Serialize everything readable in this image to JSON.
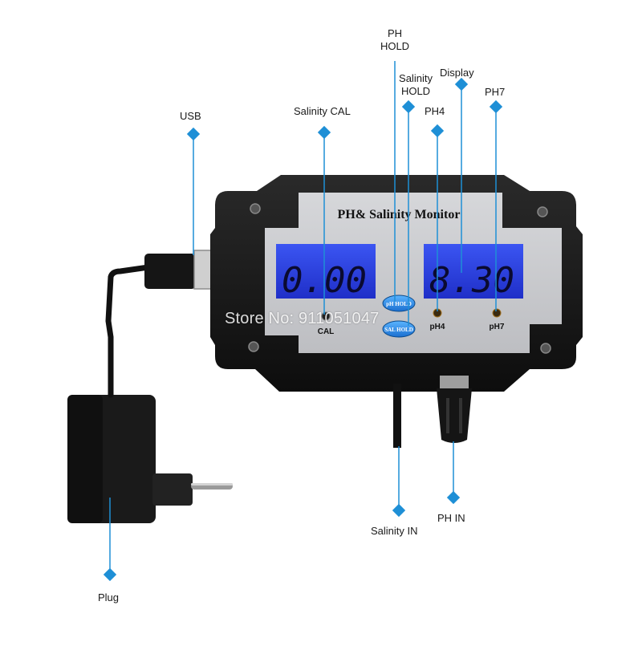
{
  "device": {
    "title": "PH& Salinity Monitor",
    "left_display": "0.00",
    "right_display": "8.30",
    "ph_hold_button": "pH HOLD",
    "sal_hold_button": "SAL HOLD",
    "cal_label": "CAL",
    "ph4_label": "pH4",
    "ph7_label": "pH7"
  },
  "watermark": "Store No: 911051047",
  "callouts": {
    "usb": "USB",
    "salinity_cal": "Salinity CAL",
    "ph_hold": "PH HOLD",
    "salinity_hold": "Salinity HOLD",
    "display": "Display",
    "ph4": "PH4",
    "ph7": "PH7",
    "salinity_in": "Salinity IN",
    "ph_in": "PH IN",
    "plug": "Plug"
  },
  "colors": {
    "callout_blue": "#1e8fd6",
    "lcd_blue": "#2a3fe0",
    "housing": "#141414",
    "faceplate": "#c9cacd"
  }
}
